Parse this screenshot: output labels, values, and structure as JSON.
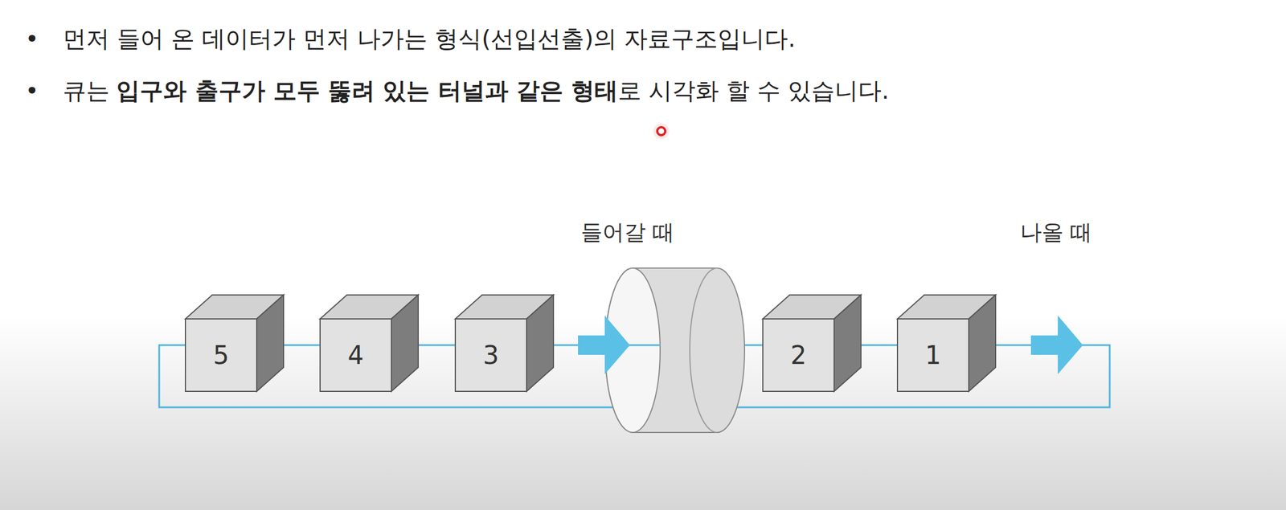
{
  "diagram": {
    "nodes": [
      {
        "text": [
          "5"
        ]
      },
      {
        "text": [
          "4"
        ]
      },
      {
        "text": [
          "3"
        ]
      },
      {
        "text": [
          "2"
        ]
      },
      {
        "text": [
          "1"
        ]
      }
    ],
    "labels": [
      "•",
      "먼저 들어 온 데이터가 먼저 나가는 형식(선입선출)의 자료구조입니다.",
      "•",
      "큐는",
      "입구와 출구가 모두 뚫려 있는 터널과 같은 형태",
      "로 시각화 할 수 있습니다.",
      "들어갈 때",
      "나올 때"
    ]
  }
}
